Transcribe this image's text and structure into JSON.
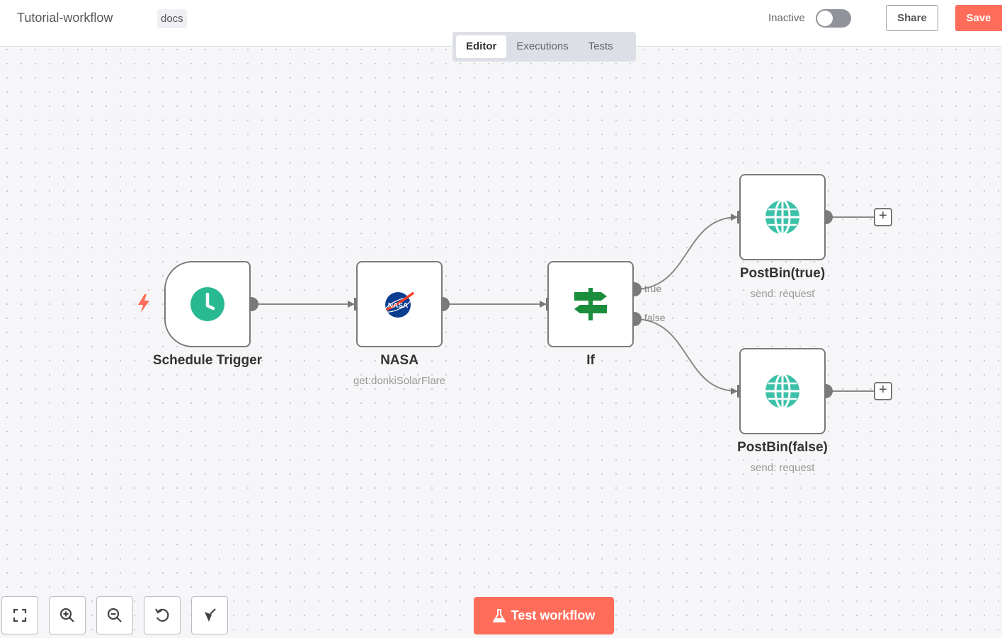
{
  "header": {
    "title": "Tutorial-workflow",
    "tag": "docs",
    "status_label": "Inactive",
    "share_label": "Share",
    "save_label": "Save"
  },
  "tabs": [
    {
      "label": "Editor",
      "active": true
    },
    {
      "label": "Executions",
      "active": false
    },
    {
      "label": "Tests",
      "active": false
    }
  ],
  "nodes": [
    {
      "id": "schedule-trigger",
      "label": "Schedule Trigger",
      "subtitle": "",
      "icon": "clock-icon"
    },
    {
      "id": "nasa",
      "label": "NASA",
      "subtitle": "get:donkiSolarFlare",
      "icon": "nasa-logo-icon"
    },
    {
      "id": "if",
      "label": "If",
      "subtitle": "",
      "icon": "signpost-icon"
    },
    {
      "id": "postbin-true",
      "label": "PostBin(true)",
      "subtitle": "send: request",
      "icon": "globe-icon"
    },
    {
      "id": "postbin-false",
      "label": "PostBin(false)",
      "subtitle": "send: request",
      "icon": "globe-icon"
    }
  ],
  "branches": {
    "true_label": "true",
    "false_label": "false"
  },
  "controls": {
    "test_workflow_label": "Test workflow",
    "icons": [
      "fit-view-icon",
      "zoom-in-icon",
      "zoom-out-icon",
      "reset-zoom-icon",
      "tidy-up-icon"
    ]
  },
  "colors": {
    "accent": "#ff6d5a",
    "trigger_green": "#29b990",
    "if_green": "#1a8e3c",
    "globe_teal": "#3cc1a9"
  }
}
